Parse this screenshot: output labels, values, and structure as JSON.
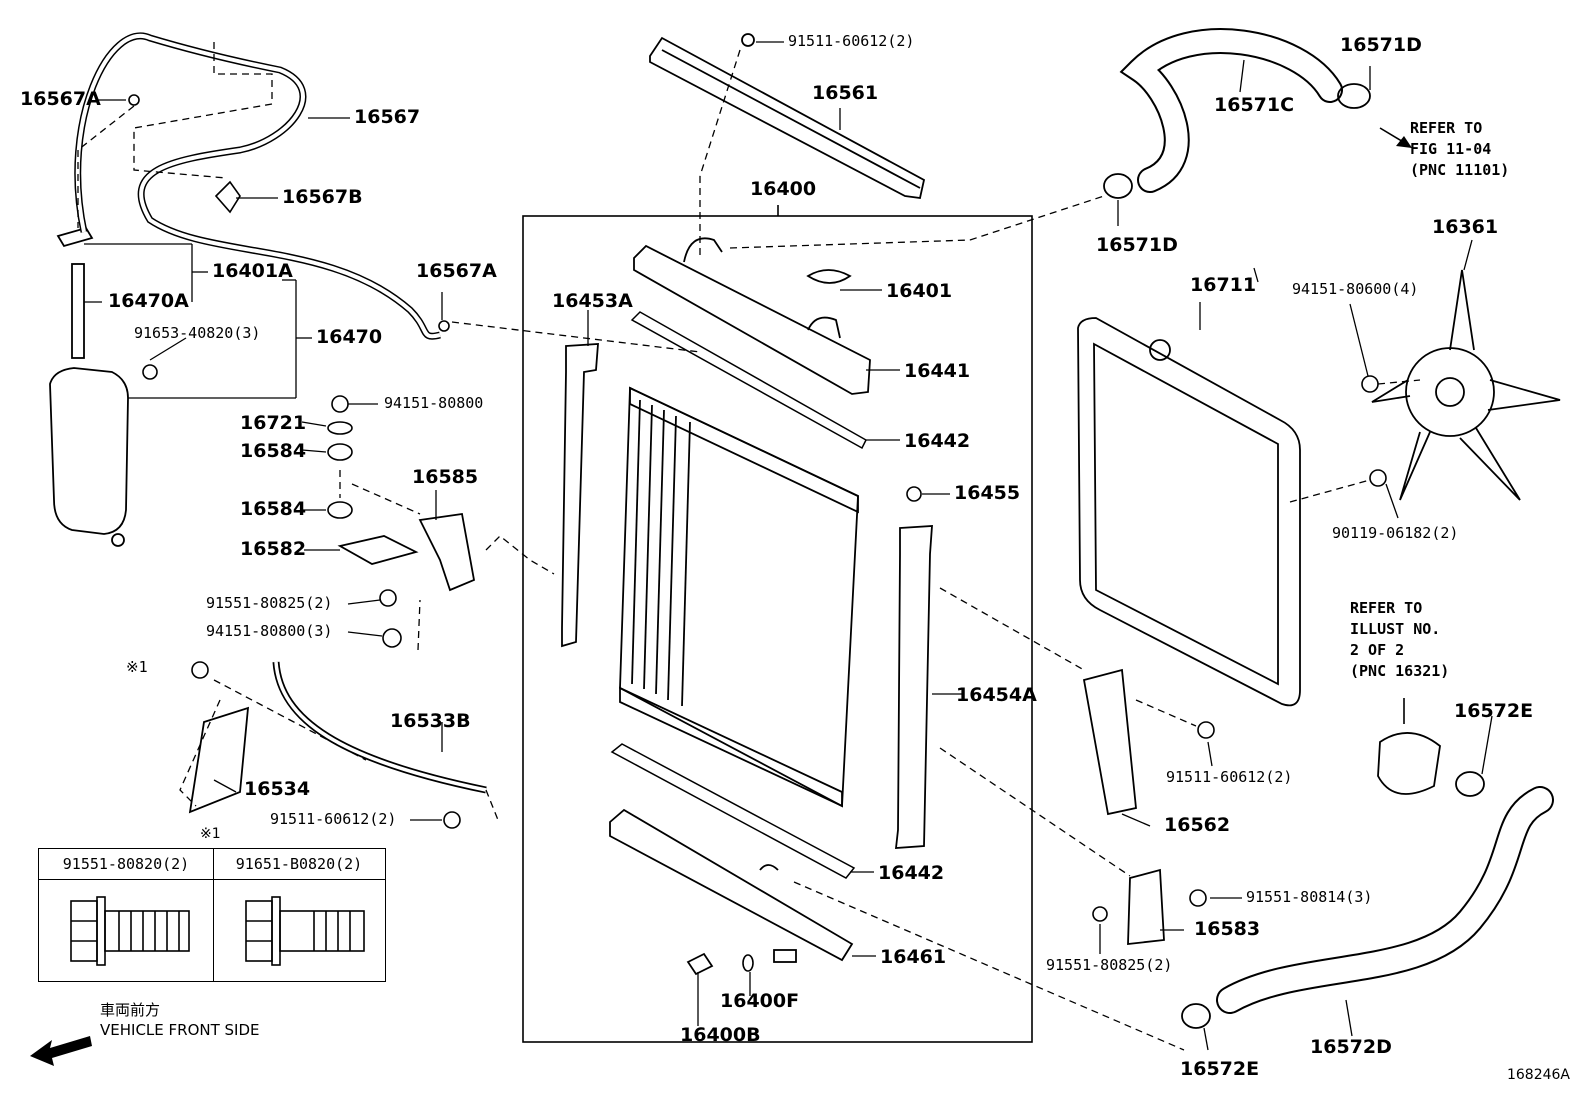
{
  "labels": {
    "l16567A_top": "16567A",
    "l16567": "16567",
    "l16567B": "16567B",
    "l16401A": "16401A",
    "l16470A": "16470A",
    "l91653": "91653-40820(3)",
    "l16470": "16470",
    "l16567A_mid": "16567A",
    "l94151_80800": "94151-80800",
    "l16721": "16721",
    "l16584_a": "16584",
    "l16584_b": "16584",
    "l16585": "16585",
    "l16582": "16582",
    "l91551_80825_left": "91551-80825(2)",
    "l94151_80800_3": "94151-80800(3)",
    "lx1": "※1",
    "l16533B": "16533B",
    "l16534": "16534",
    "l91511_60612_left": "91511-60612(2)",
    "l91511_60612_top": "91511-60612(2)",
    "l16561": "16561",
    "l16400": "16400",
    "l16453A": "16453A",
    "l16401": "16401",
    "l16441": "16441",
    "l16442_top": "16442",
    "l16455": "16455",
    "l16454A": "16454A",
    "l16442_bot": "16442",
    "l16461": "16461",
    "l16400F": "16400F",
    "l16400B": "16400B",
    "l16571D_top": "16571D",
    "l16571C": "16571C",
    "l16571D_mid": "16571D",
    "l16711": "16711",
    "l16361": "16361",
    "l94151_80600": "94151-80600(4)",
    "l90119": "90119-06182(2)",
    "l91511_60612_right": "91511-60612(2)",
    "l16562": "16562",
    "l16572E_top": "16572E",
    "l91551_80814": "91551-80814(3)",
    "l16583": "16583",
    "l91551_80825_right": "91551-80825(2)",
    "l16572D": "16572D",
    "l16572E_bot": "16572E"
  },
  "notes": {
    "refer_fig": "REFER TO\nFIG 11-04\n(PNC 11101)",
    "refer_illust": "REFER TO\nILLUST NO.\n2 OF 2\n(PNC 16321)"
  },
  "fastener_table": {
    "mark": "※1",
    "col1": "91551-80820(2)",
    "col2": "91651-B0820(2)"
  },
  "front_side": {
    "jp": "車両前方",
    "en": "VEHICLE FRONT SIDE"
  },
  "figure_id": "168246A"
}
